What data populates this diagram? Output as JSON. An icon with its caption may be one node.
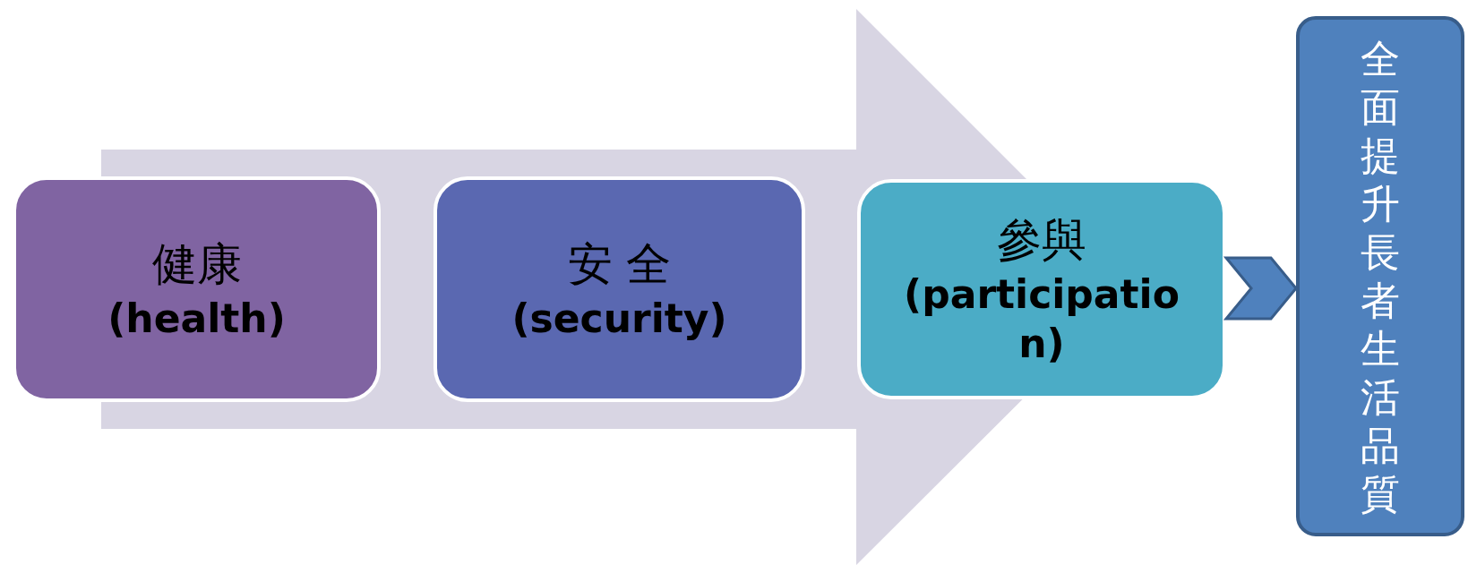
{
  "diagram": {
    "nodes": [
      {
        "text": [
          "健康",
          "(health)"
        ]
      },
      {
        "text": [
          "安 全",
          "(security)"
        ]
      },
      {
        "text": [
          "參與",
          "(participation)"
        ]
      },
      {
        "text": [
          "全面提升長者生活品質"
        ]
      }
    ],
    "edges": [
      {
        "from": 0,
        "to": 2,
        "arrow": "to"
      },
      {
        "from": 2,
        "to": 3,
        "arrow": "to"
      }
    ]
  }
}
